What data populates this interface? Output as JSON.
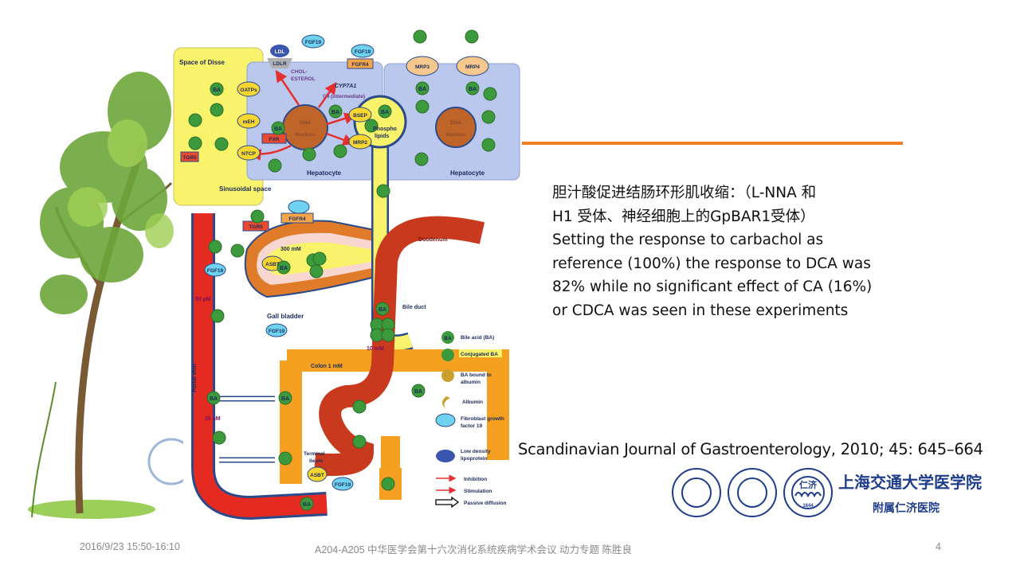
{
  "slide": {
    "body_lines": [
      "胆汁酸促进结肠环形肌收缩：（L-NNA 和",
      "H1 受体、神经细胞上的GpBAR1受体）",
      "Setting the response to carbachol as",
      "reference (100%) the response to DCA was",
      "82% while no significant effect of CA (16%)",
      "or CDCA was seen in these experiments"
    ],
    "citation": "Scandinavian Journal of Gastroenterology, 2010; 45: 645–664",
    "accent_color": "#ef7d22",
    "logos": {
      "school": "上海交通大学医学院",
      "hospital": "附属仁济医院",
      "seal_text": "仁济",
      "seal_year": "1844"
    }
  },
  "diagram": {
    "ba": "BA",
    "space_of_disse": "Space of Disse",
    "sinusoidal_space": "Sinusoidal space",
    "hepatocyte": "Hepatocyte",
    "ldl": "LDL",
    "ldlr": "LDLR",
    "fgf19": "FGF19",
    "fgfr4": "FGFR4",
    "cholesterol_1": "CHOL-",
    "cholesterol_2": "ESTEROL",
    "cyp7a1": "CYP7A1",
    "c4": "C4 (intermediate)",
    "oatps": "OATPs",
    "meh": "mEH",
    "ntcp": "NTCP",
    "fxr": "FXR",
    "tgr5": "TGR5",
    "dna": "DNA",
    "nucleus": "Nucleus",
    "bsep": "BSEP",
    "mrp2": "MRP2",
    "mrp3": "MRP3",
    "mrp4": "MRP4",
    "phospholipids_1": "Phospho",
    "phospholipids_2": "lipids",
    "duodenum": "Duodenum",
    "bile_duct": "Bile duct",
    "gall_bladder": "Gall bladder",
    "gb_conc": "300 mM",
    "asbt": "ASBT",
    "portal_vein": "Portal vein",
    "pv_conc_1": "50 µM",
    "pv_conc_2": "20 µM",
    "duo_conc": "10 mM",
    "colon": "Colon 1 mM",
    "terminal_1": "Terminal",
    "terminal_2": "ileum",
    "legend": {
      "bile_acid": "Bile acid  (BA)",
      "conjugated": "Conjugated  BA",
      "bound_1": "BA bound to",
      "bound_2": "albumin",
      "albumin": "Albumin",
      "fgf_1": "Fibroblast growth",
      "fgf_2": "factor 19",
      "ldl_1": "Low density",
      "ldl_2": "lipoprotein",
      "inhibition": "Inhibition",
      "stimulation": "Stimulation",
      "passive": "Passive  diffusion"
    }
  },
  "footer": {
    "datetime": "2016/9/23 15:50-16:10",
    "event": "A204-A205 中华医学会第十六次消化系统疾病学术会议 动力专题  陈胜良",
    "page_number": "4"
  }
}
